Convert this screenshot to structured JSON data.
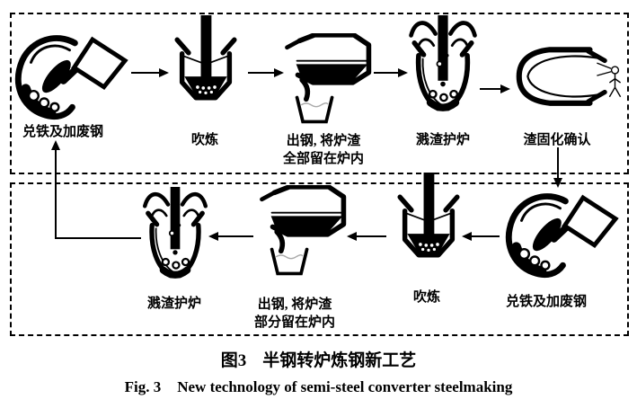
{
  "colors": {
    "ink": "#000000",
    "paper": "#ffffff",
    "faint_line": "#aaaaaa"
  },
  "top_row": {
    "steps": [
      {
        "label": "兑铁及加废钢"
      },
      {
        "label": "吹炼"
      },
      {
        "label_line1": "出钢, 将炉渣",
        "label_line2": "全部留在炉内"
      },
      {
        "label": "溅渣护炉"
      },
      {
        "label": "渣固化确认"
      }
    ]
  },
  "bottom_row": {
    "steps": [
      {
        "label": "兑铁及加废钢"
      },
      {
        "label": "吹炼"
      },
      {
        "label_line1": "出钢, 将炉渣",
        "label_line2": "部分留在炉内"
      },
      {
        "label": "溅渣护炉"
      }
    ]
  },
  "caption": {
    "zh_prefix": "图3",
    "zh_title": "半钢转炉炼钢新工艺",
    "en_prefix": "Fig. 3",
    "en_title": "New technology of semi-steel converter steelmaking"
  }
}
